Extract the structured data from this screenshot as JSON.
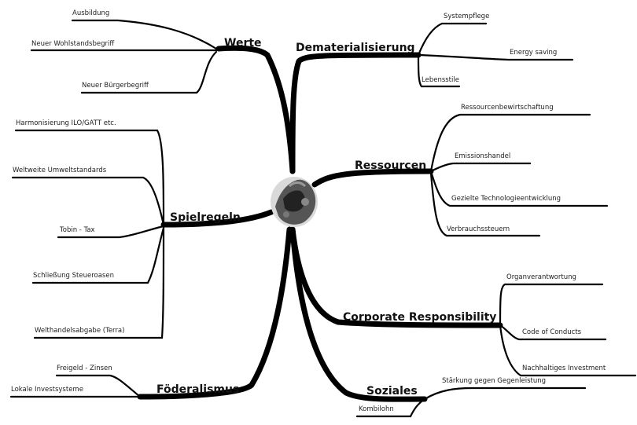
{
  "center": {
    "icon": "globe-like-sculpture-icon"
  },
  "branches": {
    "werte": {
      "label": "Werte",
      "items": [
        "Ausbildung",
        "Neuer Wohlstandsbegriff",
        "Neuer Bürgerbegriff"
      ]
    },
    "dematerialisierung": {
      "label": "Dematerialisierung",
      "items": [
        "Systempflege",
        "Energy saving",
        "Lebensstile"
      ]
    },
    "ressourcen": {
      "label": "Ressourcen",
      "items": [
        "Ressourcenbewirtschaftung",
        "Emissionshandel",
        "Gezielte Technologieentwicklung",
        "Verbrauchssteuern"
      ]
    },
    "spielregeln": {
      "label": "Spielregeln",
      "items": [
        "Harmonisierung ILO/GATT etc.",
        "Weltweite Umweltstandards",
        "Tobin - Tax",
        "Schließung Steueroasen",
        "Welthandelsabgabe (Terra)"
      ]
    },
    "corporate": {
      "label": "Corporate Responsibility",
      "items": [
        "Organverantwortung",
        "Code of Conducts",
        "Nachhaltiges Investment"
      ]
    },
    "foederalismus": {
      "label": "Föderalismus",
      "items": [
        "Freigeld - Zinsen",
        "Lokale Investsysteme"
      ]
    },
    "soziales": {
      "label": "Soziales",
      "items": [
        "Stärkung gegen Gegenleistung",
        "Kombilohn"
      ]
    }
  }
}
